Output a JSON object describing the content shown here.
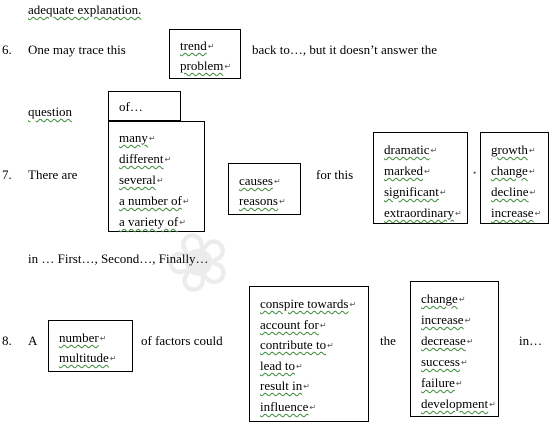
{
  "top_fragment": "adequate explanation.",
  "item6": {
    "number": "6.",
    "lead": "One may trace this",
    "box": [
      "trend",
      "problem"
    ],
    "tail": "back to…, but it doesn’t answer the",
    "question_word": "question",
    "of_box": "of…"
  },
  "item7": {
    "number": "7.",
    "lead": "There are",
    "quantity_box": [
      "many",
      "different",
      "several",
      "a number of",
      "a variety of"
    ],
    "cause_box": [
      "causes",
      "reasons"
    ],
    "for_this": "for this",
    "adj_box": [
      "dramatic",
      "marked",
      "significant",
      "extraordinary"
    ],
    "noun_box": [
      "growth",
      "change",
      "decline",
      "increase"
    ],
    "follow": "in … First…, Second…, Finally…"
  },
  "item8": {
    "number": "8.",
    "lead": "A",
    "number_box": [
      "number",
      "multitude"
    ],
    "mid": "of factors could",
    "verb_box": [
      "conspire towards",
      "account for",
      "contribute to",
      "lead to",
      "result in",
      "influence"
    ],
    "the": "the",
    "noun_box": [
      "change",
      "increase",
      "decrease",
      "success",
      "failure",
      "development"
    ],
    "in": "in…"
  }
}
